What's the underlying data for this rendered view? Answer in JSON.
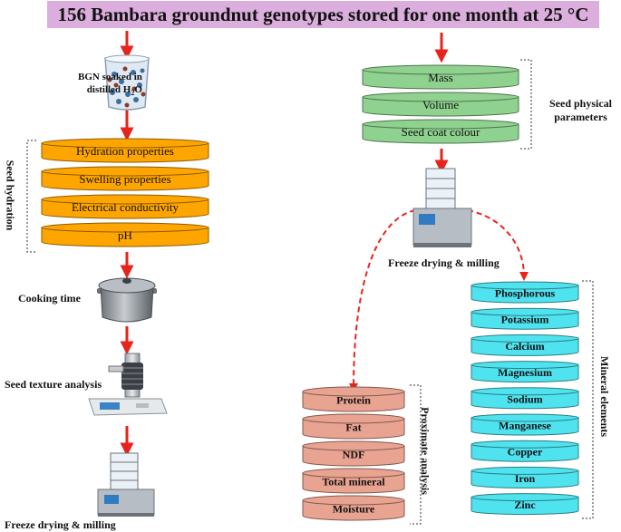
{
  "title": "156 Bambara groundnut genotypes stored for one month at 25 °C",
  "soak": {
    "line1": "BGN soaked in",
    "line2_prefix": "distilled  H",
    "line2_sub": "2",
    "line2_suffix": "O"
  },
  "seed_hydration": {
    "group_label": "Seed hydration",
    "items": [
      "Hydration properties",
      "Swelling properties",
      "Electrical conductivity",
      "pH"
    ]
  },
  "cooking_time": "Cooking time",
  "seed_texture": "Seed texture analysis",
  "freeze_drying_left": "Freeze drying & milling",
  "physical": {
    "group_label_line1": "Seed physical",
    "group_label_line2": "parameters",
    "items": [
      "Mass",
      "Volume",
      "Seed coat colour"
    ]
  },
  "freeze_drying_right": "Freeze drying & milling",
  "proximate": {
    "group_label": "Proximate analysis",
    "items": [
      "Protein",
      "Fat",
      "NDF",
      "Total mineral",
      "Moisture"
    ]
  },
  "minerals": {
    "group_label": "Mineral elements",
    "items": [
      "Phosphorous",
      "Potassium",
      "Calcium",
      "Magnesium",
      "Sodium",
      "Manganese",
      "Copper",
      "Iron",
      "Zinc"
    ]
  },
  "colors": {
    "title_bg": "#dcaedd",
    "hydration": "#ffa500",
    "physical": "#8fd18f",
    "proximate": "#e9a391",
    "minerals": "#4fe3ef",
    "arrow": "#e8231c"
  }
}
